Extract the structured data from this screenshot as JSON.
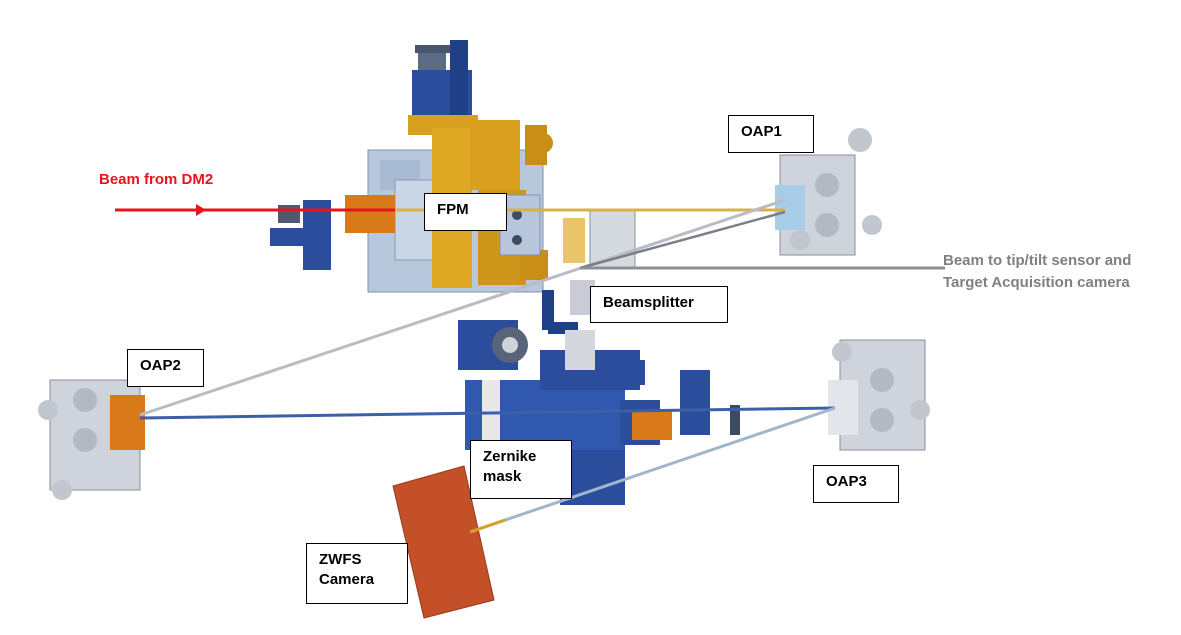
{
  "labels": {
    "beam_in": "Beam from DM2",
    "beam_out_line1": "Beam to tip/tilt sensor and",
    "beam_out_line2": "Target Acquisition camera",
    "oap1": "OAP1",
    "oap2": "OAP2",
    "oap3": "OAP3",
    "fpm": "FPM",
    "beamsplitter": "Beamsplitter",
    "zernike_line1": "Zernike",
    "zernike_line2": "mask",
    "zwfs_line1": "ZWFS",
    "zwfs_line2": "Camera"
  },
  "colors": {
    "beam_in": "#e8141b",
    "beam_out_text": "#808080",
    "mount_blue": "#2b4d9c",
    "brass": "#d9a020",
    "orange": "#d97a1a",
    "steel": "#c9ccd6",
    "plate": "#b8c8dc",
    "camera": "#c4502a"
  }
}
